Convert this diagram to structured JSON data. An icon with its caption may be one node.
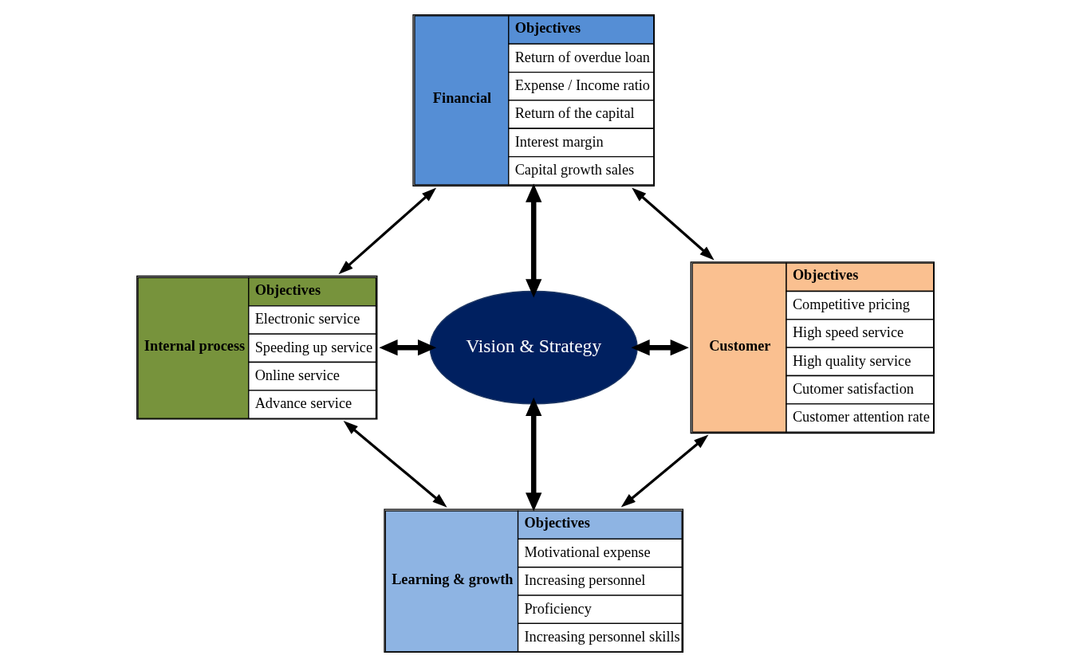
{
  "diagram": {
    "nodes": [
      {
        "text": [
          "Financial",
          "Objectives",
          "Return of overdue loan",
          "Expense / Income ratio",
          "Return of the capital",
          "Interest margin",
          "Capital growth sales"
        ]
      },
      {
        "text": [
          "Internal process",
          "Objectives",
          "Electronic service",
          "Speeding up service",
          "Online service",
          "Advance service"
        ]
      },
      {
        "text": [
          "Vision & Strategy"
        ]
      },
      {
        "text": [
          "Customer",
          "Objectives",
          "Competitive pricing",
          "High speed service",
          "High quality service",
          "Cutomer satisfaction",
          "Customer attention rate"
        ]
      },
      {
        "text": [
          "Learning & growth",
          "Objectives",
          "Motivational expense",
          "Increasing personnel",
          "Proficiency",
          "Increasing personnel skills"
        ]
      }
    ],
    "edges": [
      {
        "from": 0,
        "to": 3,
        "arrow": "both"
      },
      {
        "from": 0,
        "to": 1,
        "arrow": "both"
      },
      {
        "from": 0,
        "to": 2,
        "arrow": "both",
        "style": "thick"
      },
      {
        "from": 1,
        "to": 2,
        "arrow": "both",
        "style": "thick"
      },
      {
        "from": 2,
        "to": 3,
        "arrow": "both",
        "style": "thick"
      },
      {
        "from": 2,
        "to": 4,
        "arrow": "both",
        "style": "thick"
      },
      {
        "from": 1,
        "to": 4,
        "arrow": "both"
      },
      {
        "from": 3,
        "to": 4,
        "arrow": "both"
      }
    ]
  }
}
